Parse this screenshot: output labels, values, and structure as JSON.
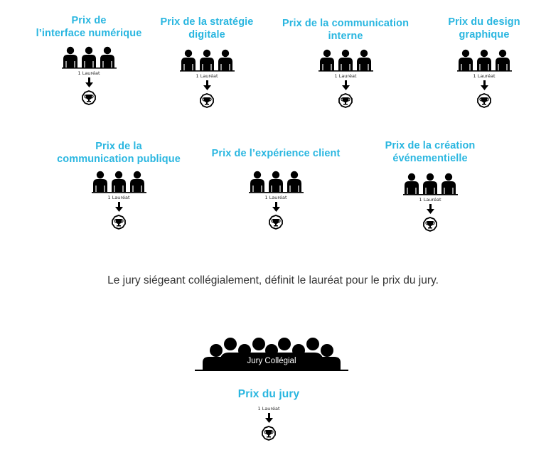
{
  "colors": {
    "title": "#29b6e0",
    "icon": "#000000",
    "text": "#333333"
  },
  "prizes_row1": [
    {
      "title_line1": "Prix de",
      "title_line2": "l’interface numérique",
      "laureat": "1 Lauréat",
      "icon": "jury-of-three-icon",
      "result_icon": "trophy-icon"
    },
    {
      "title_line1": "Prix de la stratégie",
      "title_line2": "digitale",
      "laureat": "1 Lauréat",
      "icon": "jury-of-three-icon",
      "result_icon": "trophy-icon"
    },
    {
      "title_line1": "Prix de la communication",
      "title_line2": "interne",
      "laureat": "1 Lauréat",
      "icon": "jury-of-three-icon",
      "result_icon": "trophy-icon"
    },
    {
      "title_line1": "Prix du design",
      "title_line2": "graphique",
      "laureat": "1 Lauréat",
      "icon": "jury-of-three-icon",
      "result_icon": "trophy-icon"
    }
  ],
  "prizes_row2": [
    {
      "title_line1": "Prix de la",
      "title_line2": "communication publique",
      "laureat": "1 Lauréat",
      "icon": "jury-of-three-icon",
      "result_icon": "trophy-icon"
    },
    {
      "title_line1": "Prix de l’expérience client",
      "title_line2": "",
      "laureat": "1 Lauréat",
      "icon": "jury-of-three-icon",
      "result_icon": "trophy-icon"
    },
    {
      "title_line1": "Prix de la création",
      "title_line2": "événementielle",
      "laureat": "1 Lauréat",
      "icon": "jury-of-three-icon",
      "result_icon": "trophy-icon"
    }
  ],
  "sentence": "Le jury siégeant collégialement, définit le lauréat pour le prix du jury.",
  "jury_prize": {
    "group_label": "Jury Collégial",
    "title": "Prix du jury",
    "laureat": "1 Lauréat",
    "icon": "collegial-jury-icon",
    "result_icon": "trophy-icon"
  }
}
